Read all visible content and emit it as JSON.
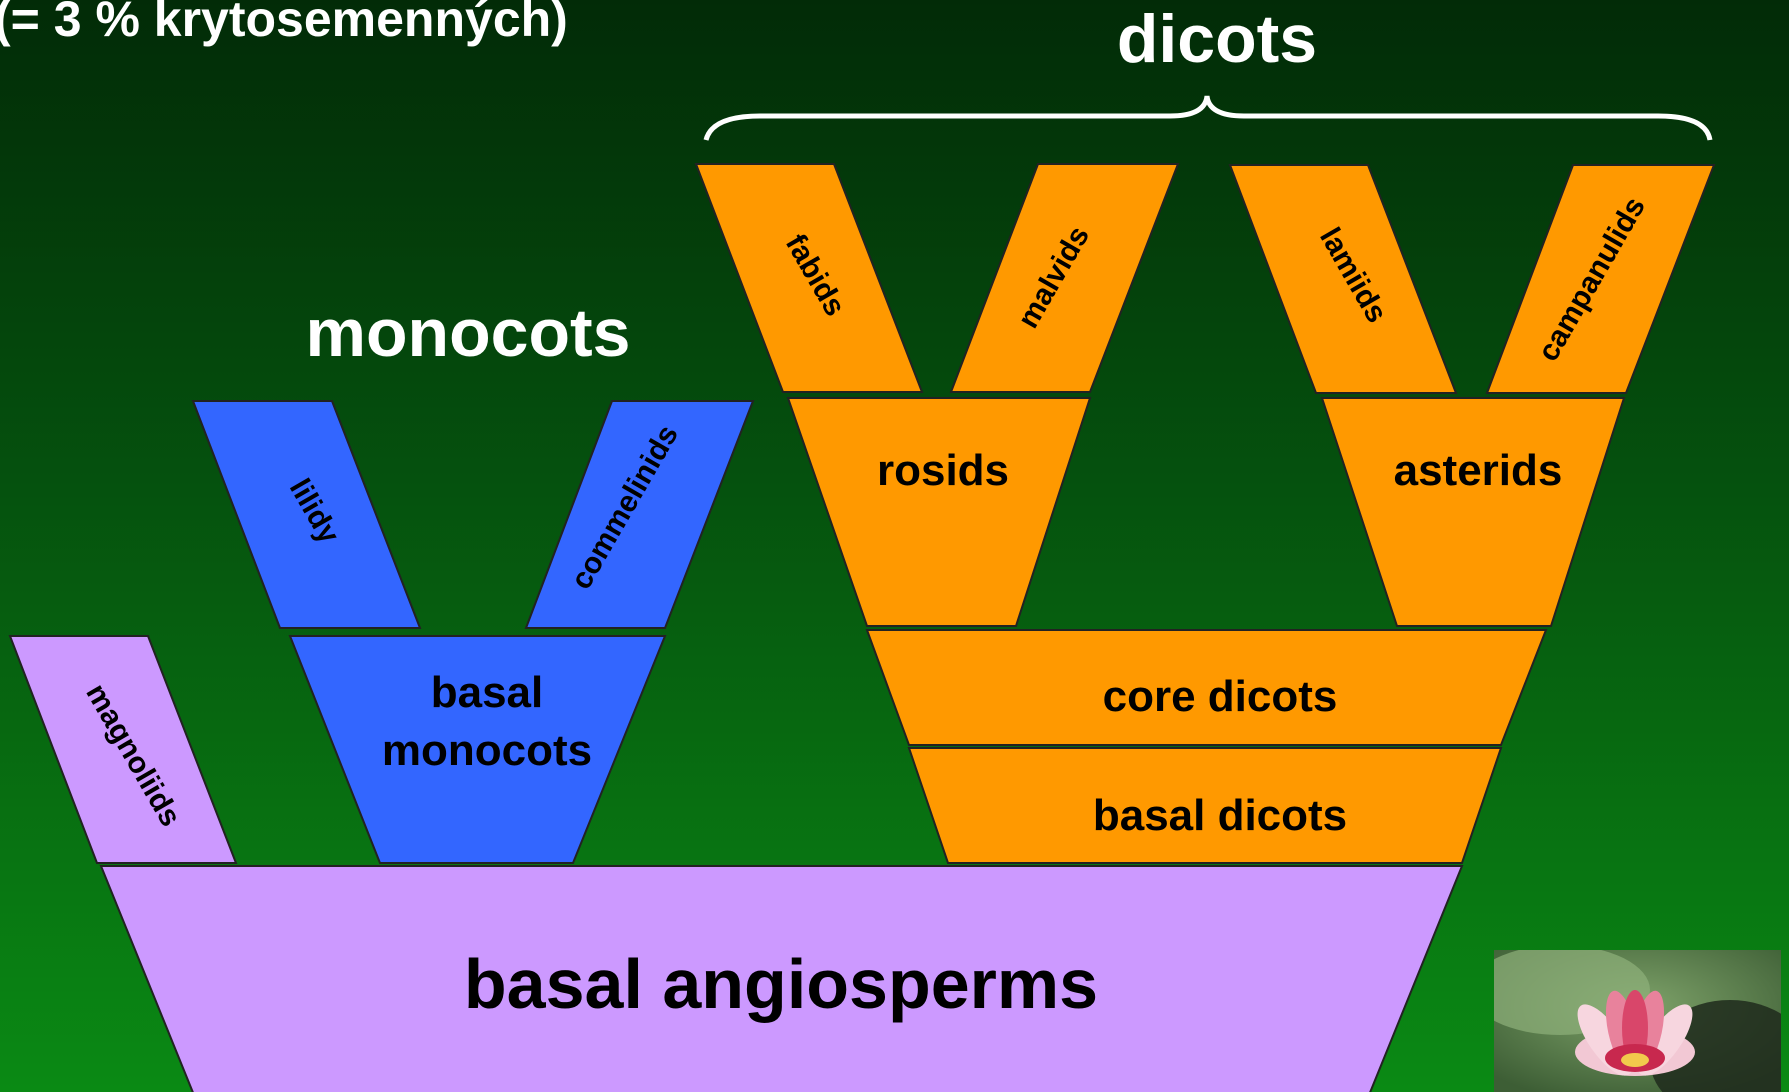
{
  "header_note": "(= 3 % krytosemenných)",
  "group_labels": {
    "dicots": "dicots",
    "monocots": "monocots"
  },
  "clades": {
    "basal_angiosperms": "basal angiosperms",
    "magnoliids": "magnoliids",
    "basal_monocots_line1": "basal",
    "basal_monocots_line2": "monocots",
    "lilidy": "lilidy",
    "commelinids": "commelinids",
    "basal_dicots": "basal dicots",
    "core_dicots": "core dicots",
    "rosids": "rosids",
    "asterids": "asterids",
    "fabids": "fabids",
    "malvids": "malvids",
    "lamiids": "lamiids",
    "campanulids": "campanulids"
  },
  "colors": {
    "background_top": "#022b07",
    "background_bottom": "#0a8a14",
    "lavender": "#cc99ff",
    "blue": "#3366ff",
    "orange": "#ff9900",
    "label_dark": "#000000",
    "label_light": "#ffffff"
  },
  "photo": {
    "subject": "water lily (pink flower on green pad)"
  }
}
